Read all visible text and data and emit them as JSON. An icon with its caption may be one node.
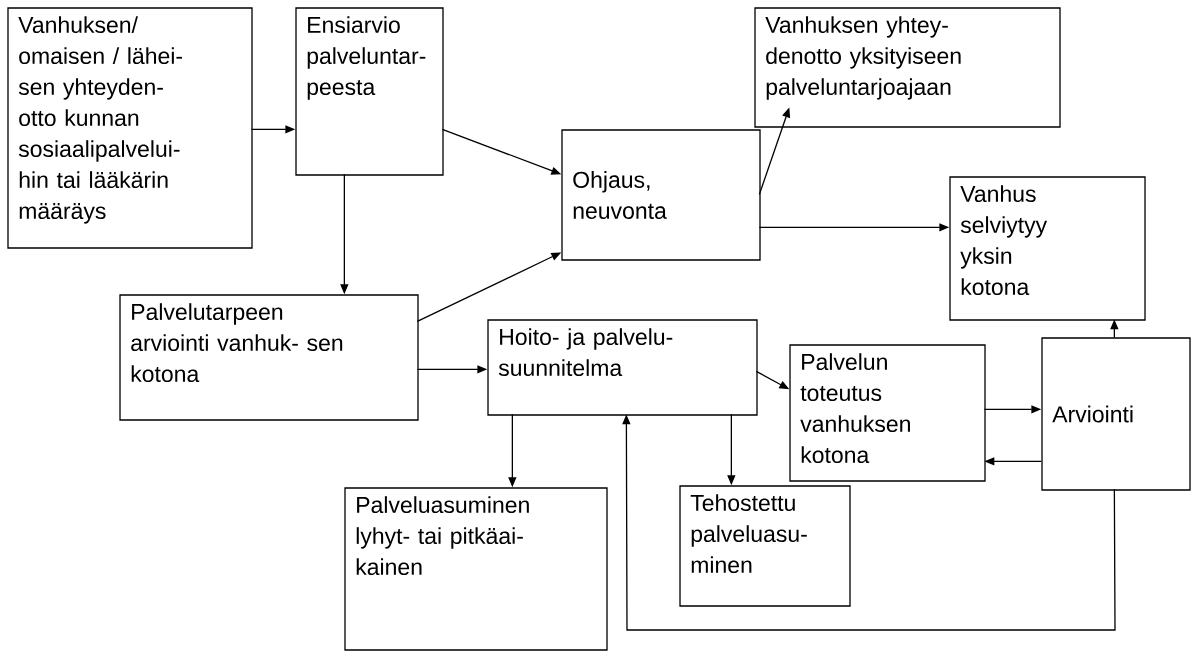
{
  "diagram": {
    "nodes": [
      {
        "text": [
          "Vanhuksen/ omaisen / lähei- sen yhteyden- otto kunnan sosiaalipalvelui- hin tai lääkärin määräys"
        ]
      },
      {
        "text": [
          "Ensiarvio palveluntar- peesta"
        ]
      },
      {
        "text": [
          "Ohjaus, neuvonta"
        ]
      },
      {
        "text": [
          "Vanhuksen yhtey- denotto yksityiseen palveluntarjoajaan"
        ]
      },
      {
        "text": [
          "Vanhus selviytyy yksin kotona"
        ]
      },
      {
        "text": [
          "Palvelutarpeen arviointi vanhuk- sen kotona"
        ]
      },
      {
        "text": [
          "Hoito- ja palvelu- suunnitelma"
        ]
      },
      {
        "text": [
          "Palvelun toteutus vanhuksen kotona"
        ]
      },
      {
        "text": [
          "Arviointi"
        ]
      },
      {
        "text": [
          "Palveluasuminen lyhyt- tai pitkäai- kainen"
        ]
      },
      {
        "text": [
          "Tehostettu palveluasu- minen"
        ]
      }
    ],
    "edges": [
      {
        "from": 0,
        "to": 1,
        "arrow": "to"
      },
      {
        "from": 1,
        "to": 2,
        "arrow": "to"
      },
      {
        "from": 1,
        "to": 5,
        "arrow": "to"
      },
      {
        "from": 5,
        "to": 2,
        "arrow": "to"
      },
      {
        "from": 2,
        "to": 3,
        "arrow": "to"
      },
      {
        "from": 2,
        "to": 4,
        "arrow": "to"
      },
      {
        "from": 5,
        "to": 6,
        "arrow": "to"
      },
      {
        "from": 6,
        "to": 7,
        "arrow": "to"
      },
      {
        "from": 7,
        "to": 8,
        "arrow": "to"
      },
      {
        "from": 8,
        "to": 7,
        "arrow": "to"
      },
      {
        "from": 8,
        "to": 4,
        "arrow": "to"
      },
      {
        "from": 6,
        "to": 9,
        "arrow": "to"
      },
      {
        "from": 6,
        "to": 10,
        "arrow": "to"
      },
      {
        "from": 8,
        "to": 6,
        "arrow": "to"
      }
    ]
  }
}
